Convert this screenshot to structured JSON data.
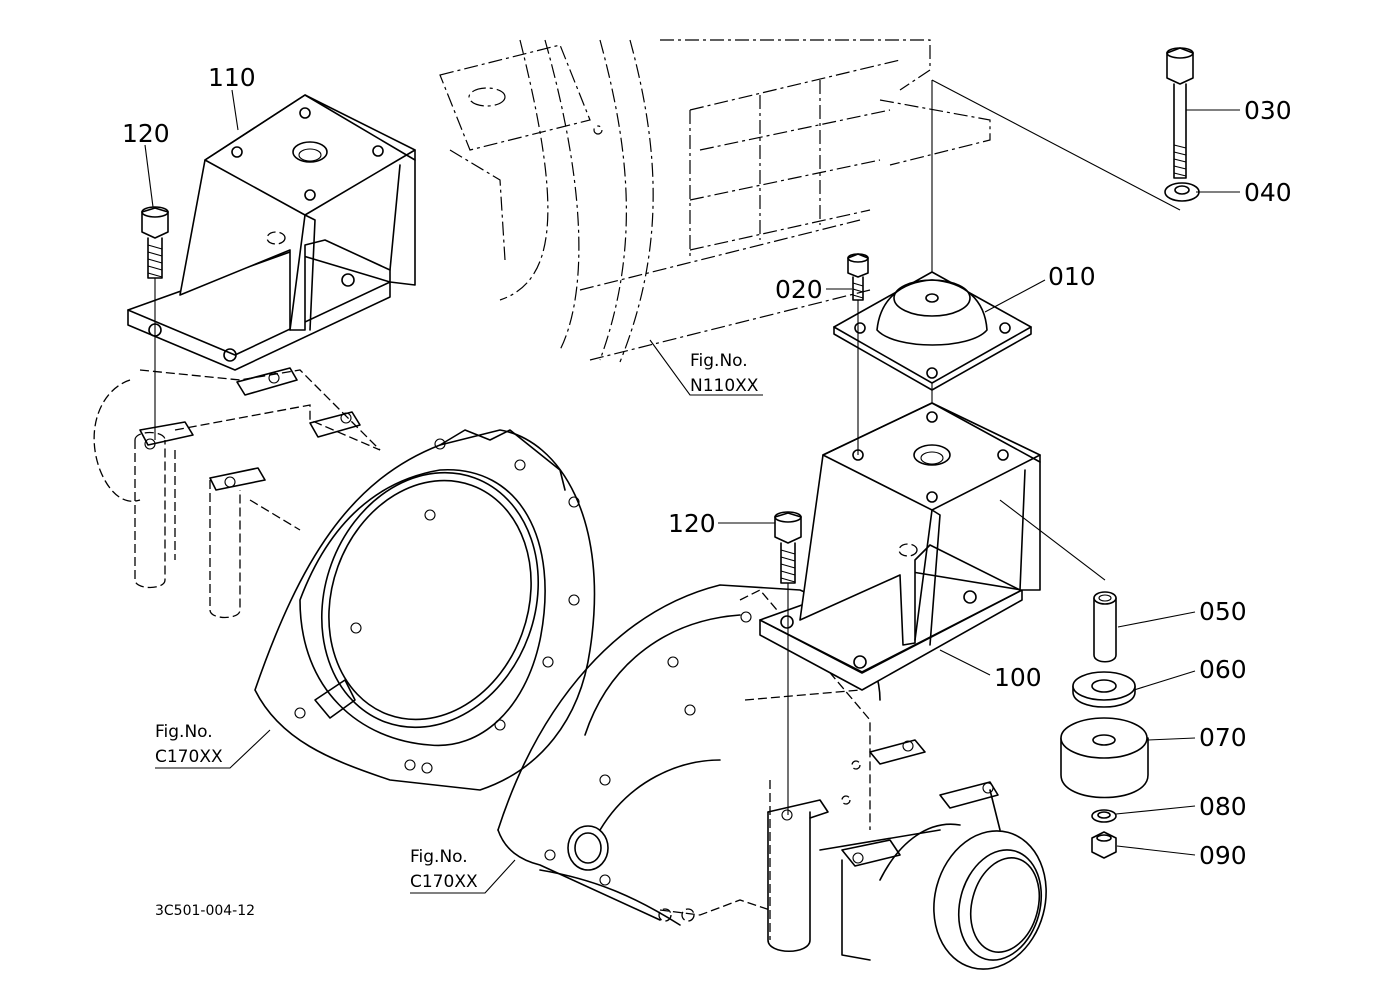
{
  "parts": {
    "p010": "010",
    "p020": "020",
    "p030": "030",
    "p040": "040",
    "p050": "050",
    "p060": "060",
    "p070": "070",
    "p080": "080",
    "p090": "090",
    "p100": "100",
    "p110": "110",
    "p120_left": "120",
    "p120_right": "120"
  },
  "references": {
    "fig_frame_label": "Fig.No.",
    "fig_frame_code": "N110XX",
    "fig_left_label": "Fig.No.",
    "fig_left_code": "C170XX",
    "fig_bottom_label": "Fig.No.",
    "fig_bottom_code": "C170XX"
  },
  "drawing_code": "3C501-004-12"
}
